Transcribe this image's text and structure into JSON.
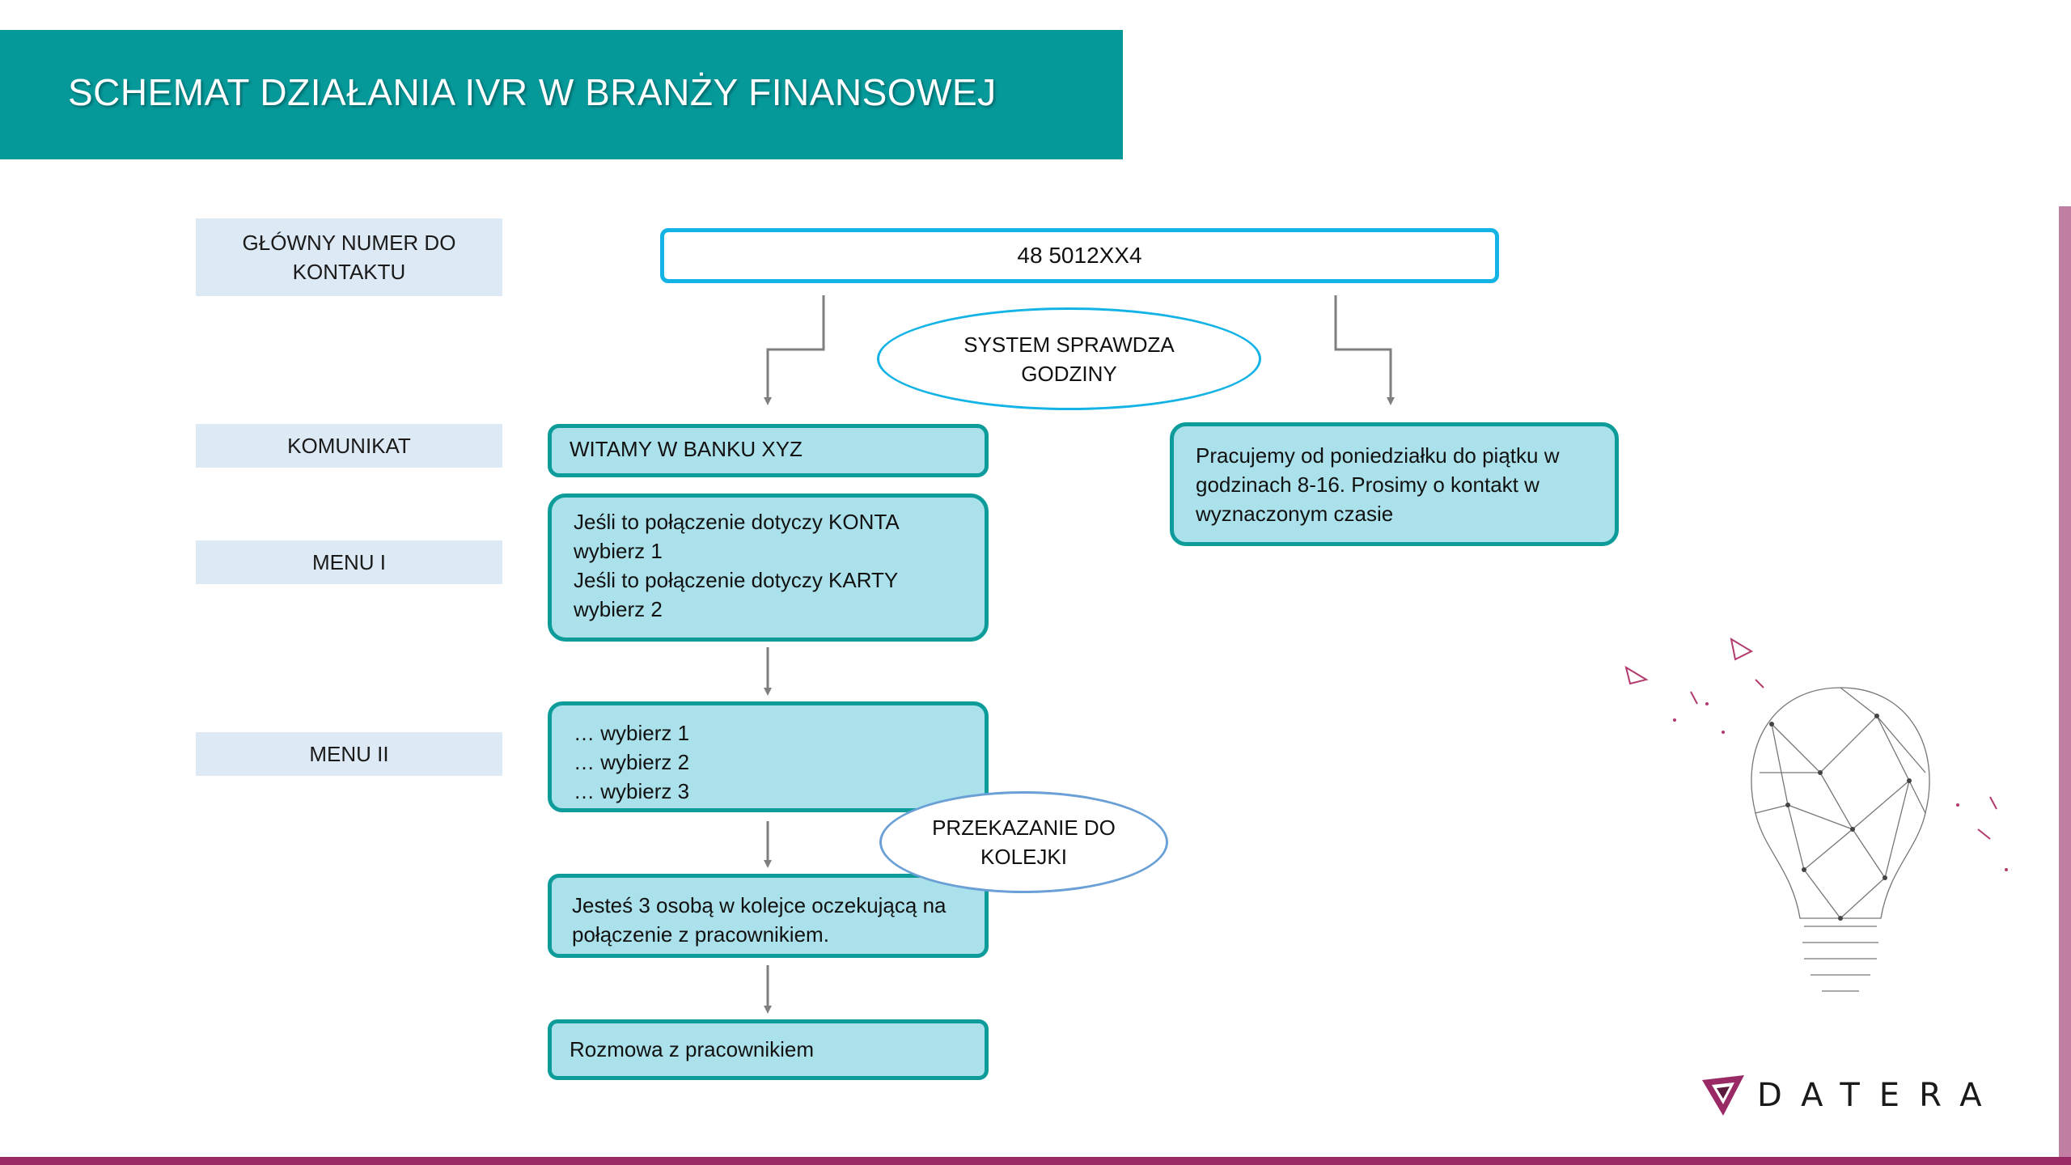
{
  "title": "SCHEMAT DZIAŁANIA IVR W BRANŻY FINANSOWEJ",
  "labels": {
    "main_number": "GŁÓWNY NUMER DO KONTAKTU",
    "message": "KOMUNIKAT",
    "menu1": "MENU I",
    "menu2": "MENU II"
  },
  "phone_number": "48 5012XX4",
  "check_hours": "SYSTEM SPRAWDZA GODZINY",
  "welcome": "WITAMY W BANKU XYZ",
  "menu1_text": "Jeśli to połączenie dotyczy KONTA\nwybierz 1\nJeśli to połączenie dotyczy KARTY\nwybierz 2",
  "menu2_text": "… wybierz 1\n… wybierz 2\n… wybierz 3",
  "transfer": "PRZEKAZANIE DO KOLEJKI",
  "queue_text": "Jesteś 3 osobą w kolejce oczekującą na\npołączenie z pracownikiem.",
  "talk_text": "Rozmowa z pracownikiem",
  "closed_text": "Pracujemy od poniedziałku do piątku w\ngodzinach 8-16. Prosimy o kontakt w\nwyznaczonym czasie",
  "logo": {
    "text": "DATERA",
    "colors": {
      "primary": "#9a2a65",
      "dark": "#1a1a1a"
    }
  },
  "colors": {
    "banner": "#05999a",
    "box_fill": "#abe1eb",
    "box_border": "#0e9c9a",
    "phone_border": "#14b3e6",
    "label_fill": "#dde9f4",
    "accent": "#9a2a65"
  },
  "icons": [
    "lightbulb-network-icon",
    "datera-logo-icon"
  ]
}
